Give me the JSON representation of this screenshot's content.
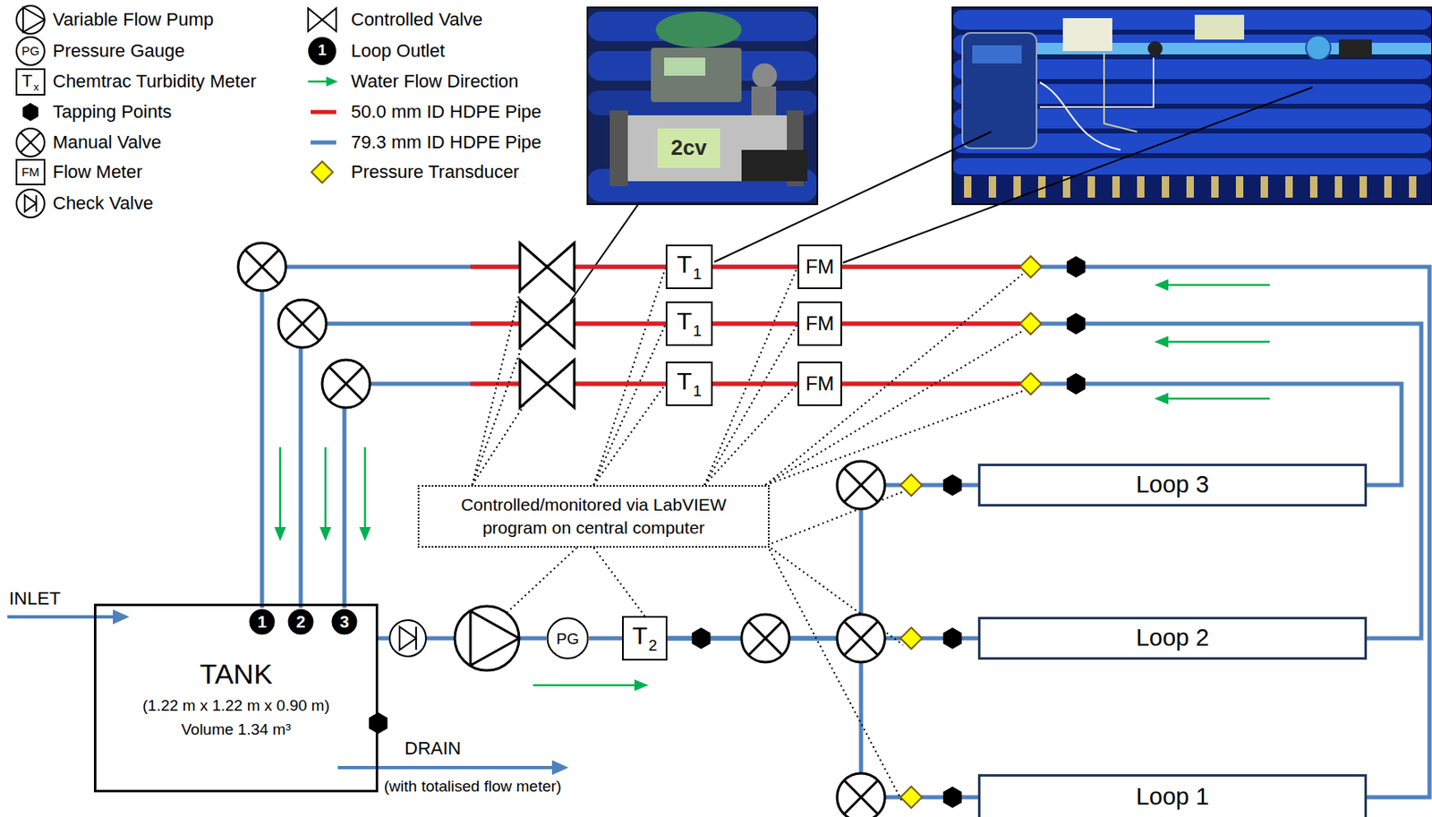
{
  "diagram": {
    "nodes": [
      {
        "text": [
          "T",
          "1"
        ]
      },
      {
        "text": [
          "FM"
        ]
      },
      {
        "text": [
          "T",
          "1"
        ]
      },
      {
        "text": [
          "FM"
        ]
      },
      {
        "text": [
          "T",
          "1"
        ]
      },
      {
        "text": [
          "FM"
        ]
      },
      {
        "text": [
          "Controlled/monitored via LabVIEW program on central computer"
        ]
      },
      {
        "text": [
          "Loop 3"
        ]
      },
      {
        "text": [
          "TANK",
          "(1.22 m x 1.22 m x 0.90 m)",
          "Volume 1.34 m³"
        ]
      },
      {
        "text": [
          "1"
        ],
        "in": 8
      },
      {
        "text": [
          "2"
        ],
        "in": 8
      },
      {
        "text": [
          "3"
        ],
        "in": 8
      },
      {
        "text": [
          "PG"
        ]
      },
      {
        "text": [
          "T",
          "2"
        ]
      },
      {
        "text": [
          "Loop 2"
        ]
      },
      {
        "text": [
          "Loop 1"
        ]
      }
    ],
    "edges": [
      {
        "from": 1,
        "to": 0,
        "arrow": "none"
      },
      {
        "from": 0,
        "to": 9,
        "arrow": "none"
      },
      {
        "from": 3,
        "to": 2,
        "arrow": "none"
      },
      {
        "from": 2,
        "to": 10,
        "arrow": "none"
      },
      {
        "from": 5,
        "to": 4,
        "arrow": "none"
      },
      {
        "from": 4,
        "to": 11,
        "arrow": "none"
      },
      {
        "from": 8,
        "to": 12,
        "arrow": "none"
      },
      {
        "from": 12,
        "to": 13,
        "arrow": "none"
      },
      {
        "from": 13,
        "to": 7,
        "arrow": "none"
      },
      {
        "from": 13,
        "to": 14,
        "arrow": "none"
      },
      {
        "from": 13,
        "to": 15,
        "arrow": "none"
      },
      {
        "from": 7,
        "to": 5,
        "arrow": "none"
      },
      {
        "from": 14,
        "to": 3,
        "arrow": "none"
      },
      {
        "from": 15,
        "to": 1,
        "arrow": "none"
      },
      {
        "from": 6,
        "to": 0,
        "arrow": "none"
      },
      {
        "from": 6,
        "to": 2,
        "arrow": "none"
      },
      {
        "from": 6,
        "to": 4,
        "arrow": "none"
      },
      {
        "from": 6,
        "to": 1,
        "arrow": "none"
      },
      {
        "from": 6,
        "to": 3,
        "arrow": "none"
      },
      {
        "from": 6,
        "to": 5,
        "arrow": "none"
      },
      {
        "from": 6,
        "to": 13,
        "arrow": "none"
      }
    ],
    "labels": [
      "PG",
      "T",
      "x",
      "FM",
      "1",
      "2cv",
      "INLET",
      "DRAIN",
      "(with totalised flow meter)"
    ],
    "legend": [
      {
        "text": "Variable Flow Pump"
      },
      {
        "text": "Pressure Gauge"
      },
      {
        "text": "Chemtrac Turbidity Meter"
      },
      {
        "text": "Tapping Points"
      },
      {
        "text": "Manual Valve"
      },
      {
        "text": "Flow Meter"
      },
      {
        "text": "Check Valve"
      },
      {
        "text": "Controlled Valve"
      },
      {
        "text": "Loop Outlet"
      },
      {
        "text": "Water Flow Direction"
      },
      {
        "text": "50.0 mm ID HDPE Pipe"
      },
      {
        "text": "79.3 mm ID HDPE Pipe"
      },
      {
        "text": "Pressure Transducer"
      }
    ]
  }
}
